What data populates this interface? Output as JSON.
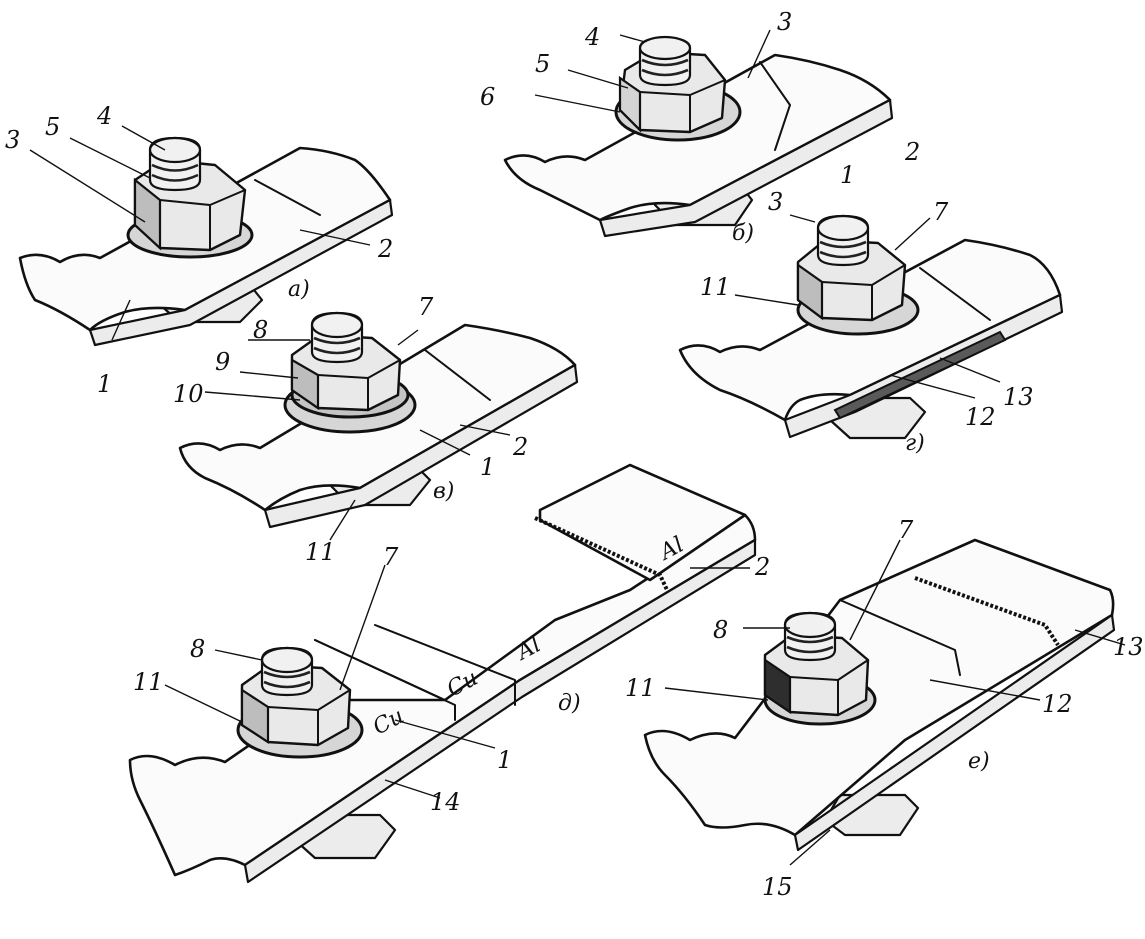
{
  "figure": {
    "panels": [
      {
        "caption": "а)",
        "labels": [
          "1",
          "2",
          "3",
          "4",
          "5"
        ]
      },
      {
        "caption": "б)",
        "labels": [
          "1",
          "2",
          "3",
          "4",
          "5",
          "6"
        ]
      },
      {
        "caption": "в)",
        "labels": [
          "1",
          "2",
          "7",
          "8",
          "9",
          "10",
          "11"
        ]
      },
      {
        "caption": "г)",
        "labels": [
          "3",
          "7",
          "11",
          "12",
          "13"
        ]
      },
      {
        "caption": "д)",
        "labels": [
          "1",
          "2",
          "7",
          "8",
          "11",
          "14"
        ],
        "materials": [
          "Cu",
          "Cu",
          "Al",
          "Al"
        ]
      },
      {
        "caption": "е)",
        "labels": [
          "7",
          "8",
          "11",
          "12",
          "13",
          "15"
        ]
      }
    ]
  }
}
